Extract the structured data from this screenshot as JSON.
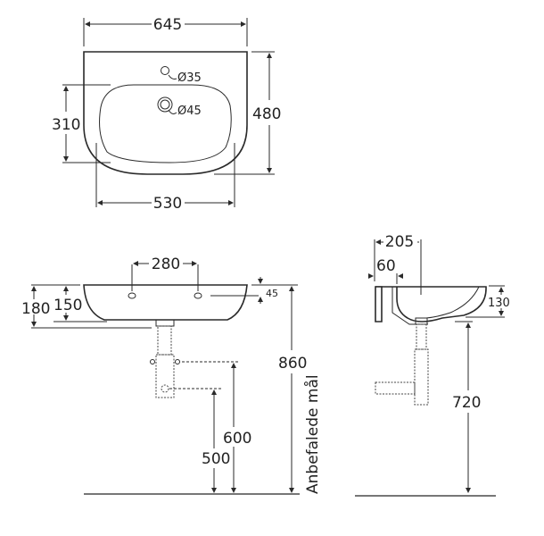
{
  "top_view": {
    "width_overall": "645",
    "depth_overall": "480",
    "basin_width": "530",
    "basin_depth": "310",
    "tap_hole": "Ø35",
    "drain_hole": "Ø45"
  },
  "front_view": {
    "tap_spacing": "280",
    "height_total": "180",
    "bowl_height": "150",
    "hole_offset": "45",
    "rim_height": "860",
    "trap_height_upper": "600",
    "trap_height_lower": "500",
    "recommended_label": "Anbefalede mål"
  },
  "side_view": {
    "projection": "205",
    "wall_thickness": "60",
    "bowl_height": "130",
    "underside_height": "720"
  },
  "colors": {
    "line": "#2a2a2a",
    "ground": "#777777"
  }
}
